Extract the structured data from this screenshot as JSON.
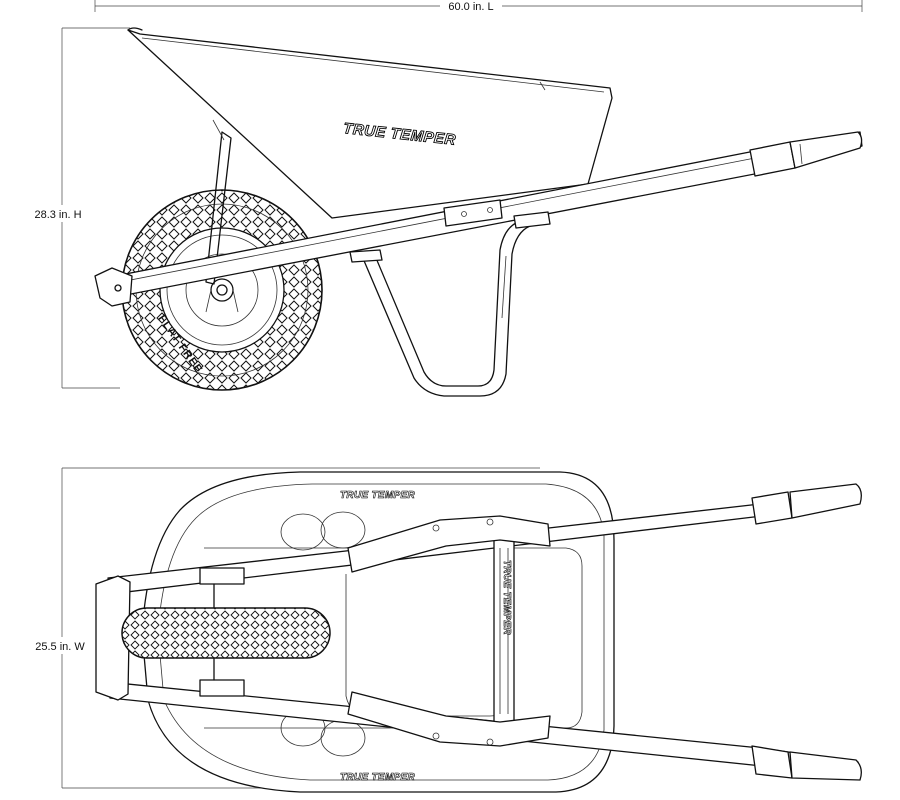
{
  "dimensions": {
    "length": "60.0 in. L",
    "height": "28.3 in. H",
    "width": "25.5 in. W"
  },
  "brand": {
    "logo_text": "TRUE TEMPER",
    "tire_text": "FLAT FREE"
  },
  "views": [
    "side-view",
    "top-view"
  ],
  "colors": {
    "line": "#111111",
    "background": "#ffffff"
  }
}
